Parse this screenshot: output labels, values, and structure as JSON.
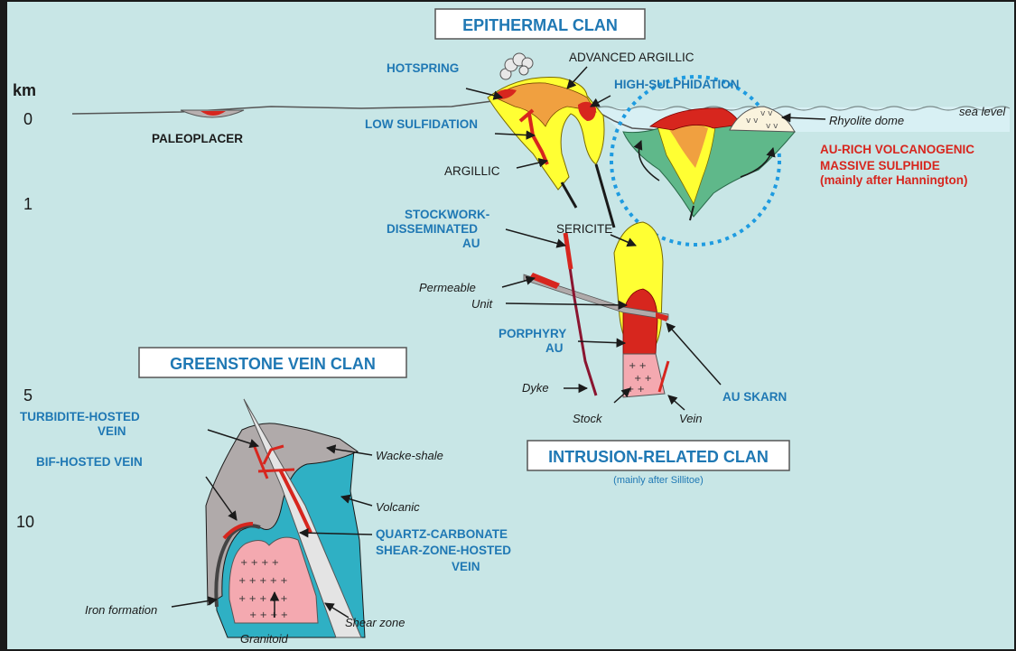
{
  "titles": {
    "epithermal": "EPITHERMAL CLAN",
    "greenstone": "GREENSTONE VEIN CLAN",
    "intrusion": "INTRUSION-RELATED CLAN",
    "intrusion_credit": "(mainly after Sillitoe)"
  },
  "depth_axis": {
    "unit": "km",
    "ticks": [
      "0",
      "1",
      "5",
      "10"
    ]
  },
  "labels": {
    "paleoplacer": "PALEOPLACER",
    "hotspring": "HOTSPRING",
    "low_sulfidation": "LOW SULFIDATION",
    "advanced_argillic": "ADVANCED ARGILLIC",
    "high_sulphidation": "HIGH-SULPHIDATION",
    "argillic": "ARGILLIC",
    "sericite": "SERICITE",
    "stockwork": [
      "STOCKWORK-",
      "DISSEMINATED",
      "AU"
    ],
    "permeable": "Permeable",
    "unit": "Unit",
    "porphyry": [
      "PORPHYRY",
      "AU"
    ],
    "dyke": "Dyke",
    "stock": "Stock",
    "vein": "Vein",
    "au_skarn": "AU SKARN",
    "rhyolite_dome": "Rhyolite dome",
    "sea_level": "sea level",
    "vms": [
      "AU-RICH VOLCANOGENIC",
      "MASSIVE SULPHIDE"
    ],
    "vms_credit": "(mainly after Hannington)",
    "turbidite": [
      "TURBIDITE-HOSTED",
      "VEIN"
    ],
    "bif": "BIF-HOSTED VEIN",
    "wacke_shale": "Wacke-shale",
    "volcanic": "Volcanic",
    "quartz_carbonate": [
      "QUARTZ-CARBONATE",
      "SHEAR-ZONE-HOSTED",
      "VEIN"
    ],
    "iron_formation": "Iron formation",
    "granitoid": "Granitoid",
    "shear_zone": "Shear zone"
  },
  "colors": {
    "background": "#c8e6e6",
    "title_text": "#1f78b4",
    "red_label": "#d7261e",
    "yellow_zone": "#ffff33",
    "orange_zone": "#f0a040",
    "red_ore": "#d7261e",
    "green_zone": "#5fb88a",
    "teal_volcanic": "#2fb0c4",
    "grey_rock": "#b0aaaa",
    "pink_granitoid": "#f4a9b0"
  }
}
